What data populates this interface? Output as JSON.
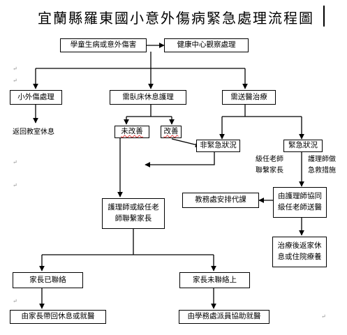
{
  "title": "宜蘭縣羅東國小意外傷病緊急處理流程圖",
  "nodes": {
    "start": "學童生病或意外傷害",
    "observe": "健康中心觀察處理",
    "minor": "小外傷處理",
    "rest_care": "需臥床休息護理",
    "hospital": "需送醫治療",
    "not_improved": "未改善",
    "improved": "改善",
    "non_emergency": "非緊急狀況",
    "emergency": "緊急狀況",
    "teacher_notify": "護理師或級任老師聯繫家長",
    "admin_arrange": "教務處安排代課",
    "escort": "由護理師協同級任老師送醫",
    "after_treatment": "治療後返家休息或住院療養",
    "contacted": "家長已聯絡",
    "not_contacted": "家長未聯絡上",
    "parent_pickup": "由家長帶回休息或就醫",
    "school_escort": "由學務處派員協助就醫"
  },
  "labels": {
    "return_class": "返回教室休息",
    "homeroom_contact": "級任老師聯繫家長",
    "nurse_measures": "護理師做急救措施"
  },
  "paragraph_mark": "↵"
}
